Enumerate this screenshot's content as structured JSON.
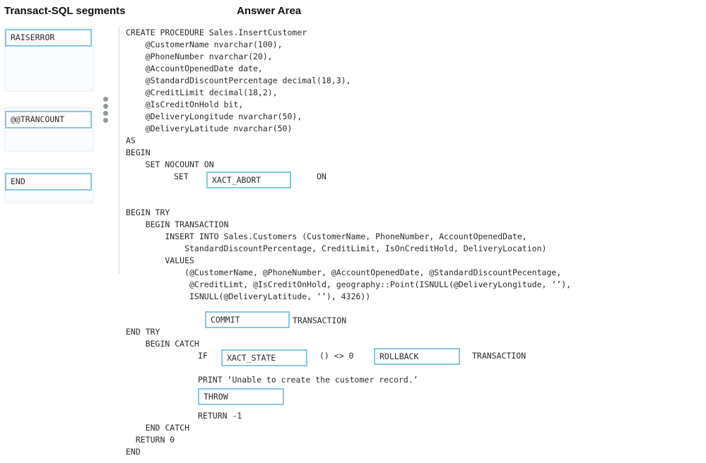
{
  "headings": {
    "segments": "Transact-SQL segments",
    "answer_area": "Answer Area"
  },
  "segments": [
    {
      "label": "RAISERROR"
    },
    {
      "label": "@@TRANCOUNT"
    },
    {
      "label": "END"
    }
  ],
  "code": {
    "l1": "CREATE PROCEDURE Sales.InsertCustomer",
    "l2": "    @CustomerName nvarchar(100),",
    "l3": "    @PhoneNumber nvarchar(20),",
    "l4": "    @AccountOpenedDate date,",
    "l5": "    @StandardDiscountPercentage decimal(18,3),",
    "l6": "    @CreditLimit decimal(18,2),",
    "l7": "    @IsCreditOnHold bit,",
    "l8": "    @DeliveryLongitude nvarchar(50),",
    "l9": "    @DeliveryLatitude nvarchar(50)",
    "l10": "AS",
    "l11": "BEGIN",
    "l12": "    SET NOCOUNT ON",
    "set_kw": "SET",
    "on_kw": "ON",
    "l14": "BEGIN TRY",
    "l15": "    BEGIN TRANSACTION",
    "l16": "        INSERT INTO Sales.Customers (CustomerName, PhoneNumber, AccountOpenedDate,",
    "l17": "            StandardDiscountPercentage, CreditLimit, IsOnCreditHold, DeliveryLocation)",
    "l18": "        VALUES",
    "l19": "            (@CustomerName, @PhoneNumber, @AccountOpenedDate, @StandardDiscountPecentage,",
    "l20": "             @CreditLimt, @IsCreditOnHold, geography::Point(ISNULL(@DeliveryLongitude, ‘’),",
    "l21": "             ISNULL(@DeliveryLatitude, ‘’), 4326))",
    "transaction_kw": "TRANSACTION",
    "l23": "END TRY",
    "l24": "    BEGIN CATCH",
    "if_kw": "IF",
    "compare": "() <> 0",
    "transaction_kw2": "TRANSACTION",
    "print_line": "PRINT ‘Unable to create the customer record.’",
    "return_neg": "RETURN -1",
    "end_catch": "    END CATCH",
    "return_zero": "  RETURN 0",
    "end": "END"
  },
  "targets": {
    "xact_abort": "XACT_ABORT",
    "commit": "COMMIT",
    "xact_state": "XACT_STATE",
    "rollback": "ROLLBACK",
    "throw": "THROW"
  }
}
